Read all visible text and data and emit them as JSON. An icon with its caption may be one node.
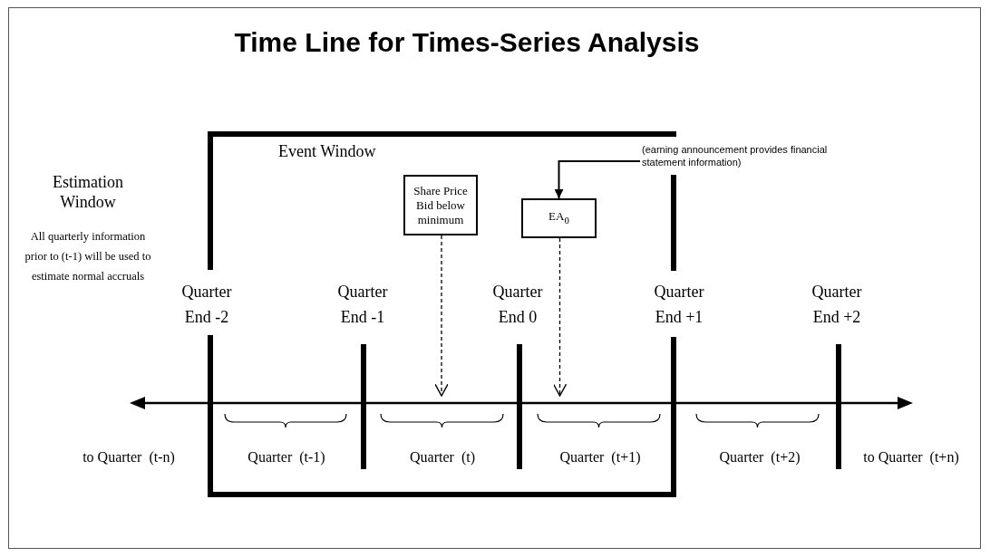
{
  "diagram": {
    "title": "Time Line for Times-Series Analysis",
    "nodes": [
      {
        "text": [
          "Event Window"
        ]
      },
      {
        "text": [
          "Share Price Bid below minimum"
        ],
        "in": 0
      },
      {
        "text": [
          "EA$_{0}$"
        ],
        "in": 0
      },
      {
        "text": [
          "(earning announcement provides financial statement information)"
        ]
      }
    ],
    "edges": [
      {
        "from": 3,
        "to": 2,
        "arrow": "to"
      },
      {
        "from": 1,
        "to": null,
        "arrow": "to",
        "style": "dashed"
      },
      {
        "from": 2,
        "to": null,
        "arrow": "to",
        "style": "dashed"
      }
    ],
    "labels": [
      "Estimation Window",
      "All quarterly information prior to (t-1) will be used to estimate normal accruals",
      "Quarter End -2",
      "Quarter End -1",
      "Quarter End 0",
      "Quarter End +1",
      "Quarter End +2",
      "to Quarter  (t-n)",
      "Quarter  (t-1)",
      "Quarter  (t)",
      "Quarter  (t+1)",
      "Quarter  (t+2)",
      "to Quarter  (t+n)"
    ]
  }
}
